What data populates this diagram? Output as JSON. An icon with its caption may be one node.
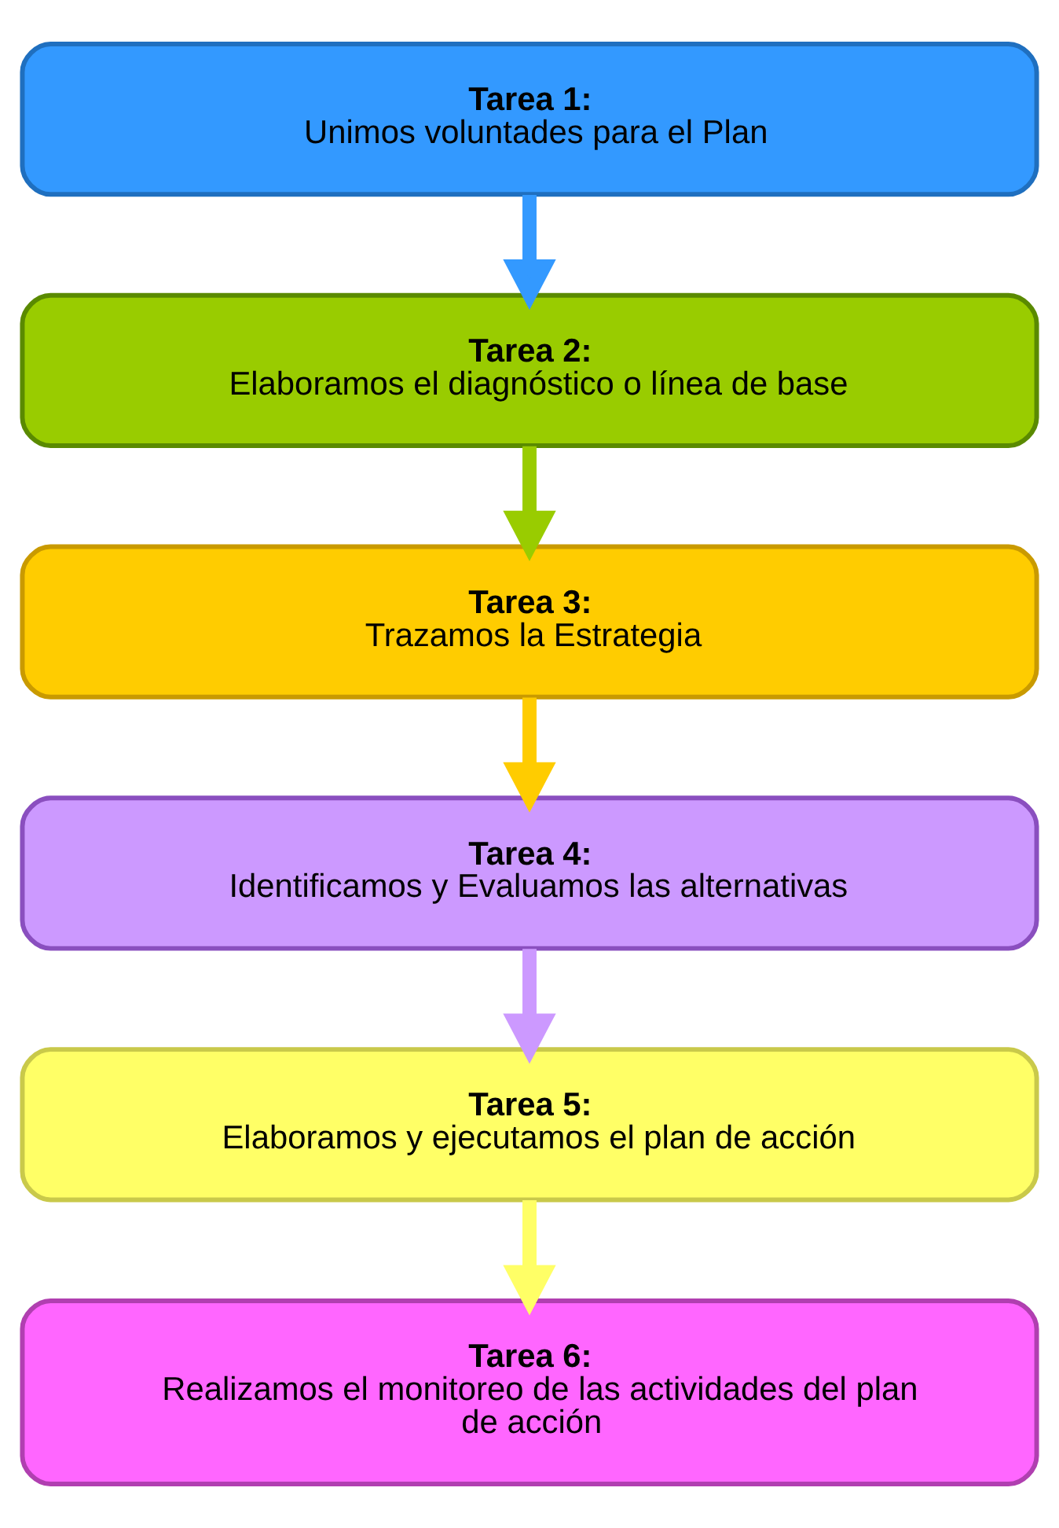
{
  "diagram": {
    "nodes": [
      {
        "text": [
          "Tarea 1:",
          "Unimos voluntades para el Plan"
        ]
      },
      {
        "text": [
          "Tarea 2:",
          "Elaboramos el diagnóstico o línea de base"
        ]
      },
      {
        "text": [
          "Tarea 3:",
          "Trazamos la Estrategia"
        ]
      },
      {
        "text": [
          "Tarea 4:",
          "Identificamos y Evaluamos las alternativas"
        ]
      },
      {
        "text": [
          "Tarea 5:",
          "Elaboramos y ejecutamos el plan de acción"
        ]
      },
      {
        "text": [
          "Tarea 6:",
          "Realizamos el monitoreo de las actividades del plan de acción"
        ]
      }
    ],
    "edges": [
      {
        "from": 0,
        "to": 1,
        "arrow": "to",
        "color": "#3399ff"
      },
      {
        "from": 1,
        "to": 2,
        "arrow": "to",
        "color": "#99cc00"
      },
      {
        "from": 2,
        "to": 3,
        "arrow": "to",
        "color": "#ffcc00"
      },
      {
        "from": 3,
        "to": 4,
        "arrow": "to",
        "color": "#cc99ff"
      },
      {
        "from": 4,
        "to": 5,
        "arrow": "to",
        "color": "#ffff66"
      }
    ]
  }
}
